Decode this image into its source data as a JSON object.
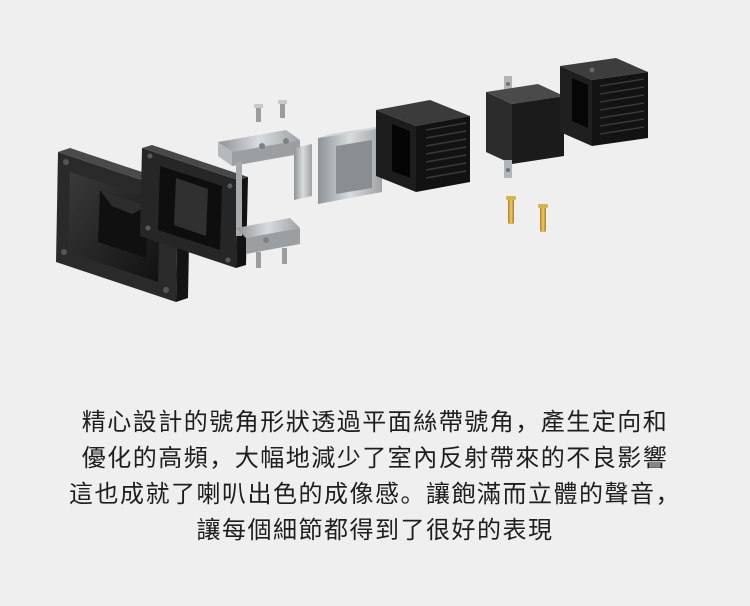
{
  "product": {
    "parts": [
      "horn-flange",
      "horn-back-plate",
      "aluminum-bracket",
      "magnet-sleeve",
      "heatsink-small",
      "driver-box",
      "heatsink-large"
    ]
  },
  "colors": {
    "background": "#efefef",
    "plastic": "#1c1c1c",
    "metal": "#b9bcbf",
    "brass": "#c9a23a",
    "text": "#1e1e1e"
  },
  "caption": {
    "lines": [
      "精心設計的號角形狀透過平面絲帶號角，產生定向和",
      "優化的高頻，大幅地減少了室內反射帶來的不良影響",
      "這也成就了喇叭出色的成像感。讓飽滿而立體的聲音，",
      "讓每個細節都得到了很好的表現"
    ]
  }
}
